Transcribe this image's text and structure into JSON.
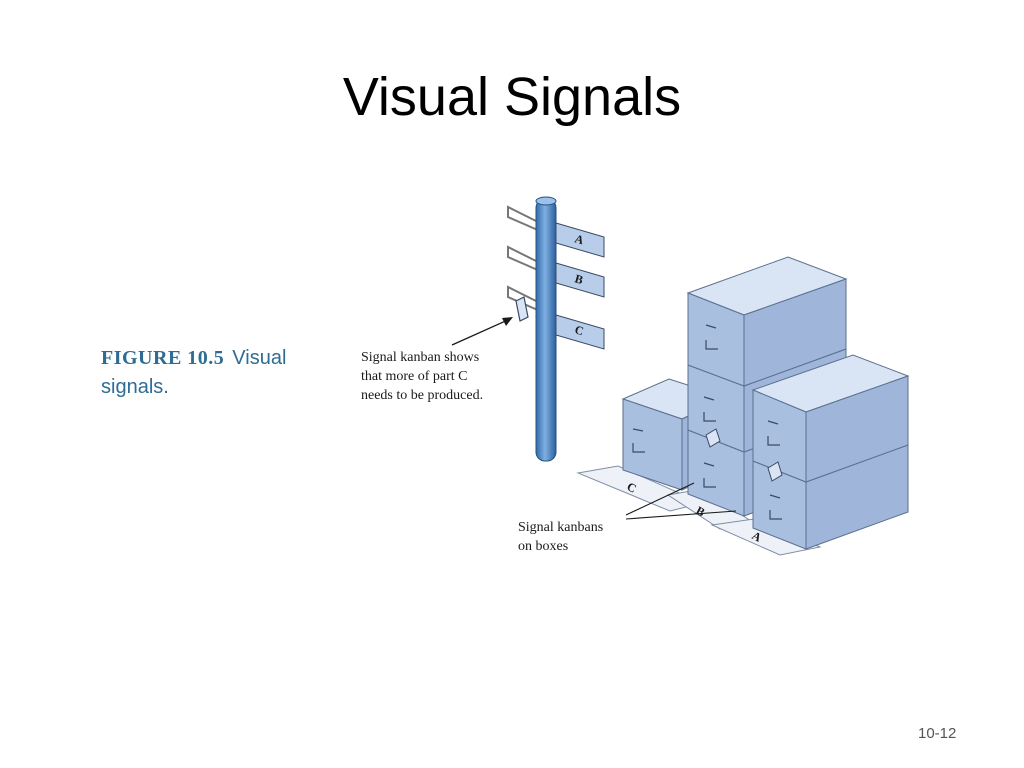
{
  "slide": {
    "title": "Visual Signals",
    "page_number": "10-12"
  },
  "figure": {
    "label": "FIGURE 10.5",
    "caption": "Visual signals."
  },
  "diagram": {
    "pole_signs": [
      "A",
      "B",
      "C"
    ],
    "floor_labels": [
      "C",
      "B",
      "A"
    ],
    "callout_signal_kanban_pole": [
      "Signal kanban shows",
      "that more of part C",
      "needs to be produced."
    ],
    "callout_signal_kanbans_boxes": [
      "Signal kanbans",
      "on boxes"
    ],
    "colors": {
      "box_front": "#a9bfe0",
      "box_side": "#b8cdea",
      "box_top": "#d9e5f5",
      "pole": "#4a86c8",
      "sign": "#b8cdea",
      "floor": "#eef2f8",
      "caption_text": "#2e6c94"
    }
  }
}
